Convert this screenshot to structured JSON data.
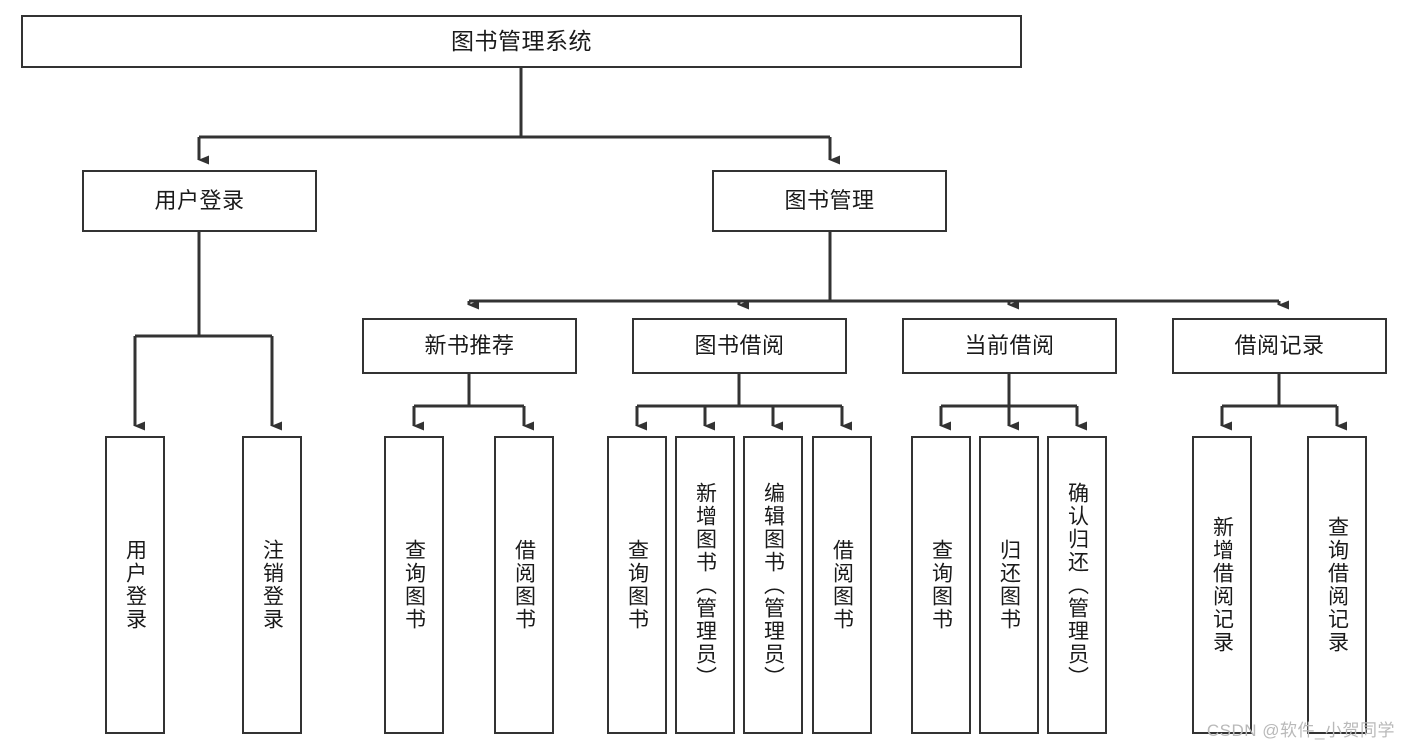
{
  "diagram": {
    "title": "图书管理系统",
    "type": "function-structure-tree",
    "watermark": "CSDN @软件_小贺同学",
    "colors": {
      "background": "#ffffff",
      "node_border": "#333333",
      "node_fill": "#ffffff",
      "edge": "#333333",
      "text": "#1a1a1a",
      "watermark": "#b9b9b9"
    },
    "levels": [
      {
        "level": 0,
        "nodes": [
          {
            "id": "root",
            "label": "图书管理系统",
            "orientation": "horizontal"
          }
        ]
      },
      {
        "level": 1,
        "nodes": [
          {
            "id": "login",
            "label": "用户登录",
            "orientation": "horizontal",
            "parent": "root"
          },
          {
            "id": "bookmgmt",
            "label": "图书管理",
            "orientation": "horizontal",
            "parent": "root"
          }
        ]
      },
      {
        "level": 2,
        "nodes": [
          {
            "id": "newbook",
            "label": "新书推荐",
            "orientation": "horizontal",
            "parent": "bookmgmt"
          },
          {
            "id": "borrow",
            "label": "图书借阅",
            "orientation": "horizontal",
            "parent": "bookmgmt"
          },
          {
            "id": "current",
            "label": "当前借阅",
            "orientation": "horizontal",
            "parent": "bookmgmt"
          },
          {
            "id": "records",
            "label": "借阅记录",
            "orientation": "horizontal",
            "parent": "bookmgmt"
          }
        ]
      },
      {
        "level": 3,
        "nodes": [
          {
            "id": "leaf-login-1",
            "label": "用户登录",
            "orientation": "vertical",
            "parent": "login"
          },
          {
            "id": "leaf-login-2",
            "label": "注销登录",
            "orientation": "vertical",
            "parent": "login"
          },
          {
            "id": "leaf-newbook-1",
            "label": "查询图书",
            "orientation": "vertical",
            "parent": "newbook"
          },
          {
            "id": "leaf-newbook-2",
            "label": "借阅图书",
            "orientation": "vertical",
            "parent": "newbook"
          },
          {
            "id": "leaf-borrow-1",
            "label": "查询图书",
            "orientation": "vertical",
            "parent": "borrow"
          },
          {
            "id": "leaf-borrow-2",
            "label": "新增图书（管理员）",
            "orientation": "vertical",
            "parent": "borrow"
          },
          {
            "id": "leaf-borrow-3",
            "label": "编辑图书（管理员）",
            "orientation": "vertical",
            "parent": "borrow"
          },
          {
            "id": "leaf-borrow-4",
            "label": "借阅图书",
            "orientation": "vertical",
            "parent": "borrow"
          },
          {
            "id": "leaf-current-1",
            "label": "查询图书",
            "orientation": "vertical",
            "parent": "current"
          },
          {
            "id": "leaf-current-2",
            "label": "归还图书",
            "orientation": "vertical",
            "parent": "current"
          },
          {
            "id": "leaf-current-3",
            "label": "确认归还（管理员）",
            "orientation": "vertical",
            "parent": "current"
          },
          {
            "id": "leaf-records-1",
            "label": "新增借阅记录",
            "orientation": "vertical",
            "parent": "records"
          },
          {
            "id": "leaf-records-2",
            "label": "查询借阅记录",
            "orientation": "vertical",
            "parent": "records"
          }
        ]
      }
    ]
  },
  "nodes": {
    "root": "图书管理系统",
    "login": "用户登录",
    "bookmgmt": "图书管理",
    "newbook": "新书推荐",
    "borrow": "图书借阅",
    "current": "当前借阅",
    "records": "借阅记录",
    "leaf_login_1": "用户登录",
    "leaf_login_2": "注销登录",
    "leaf_newbook_1": "查询图书",
    "leaf_newbook_2": "借阅图书",
    "leaf_borrow_1": "查询图书",
    "leaf_borrow_2": "新增图书（管理员）",
    "leaf_borrow_3": "编辑图书（管理员）",
    "leaf_borrow_4": "借阅图书",
    "leaf_current_1": "查询图书",
    "leaf_current_2": "归还图书",
    "leaf_current_3": "确认归还（管理员）",
    "leaf_records_1": "新增借阅记录",
    "leaf_records_2": "查询借阅记录"
  },
  "watermark": {
    "text": "CSDN @软件_小贺同学"
  }
}
